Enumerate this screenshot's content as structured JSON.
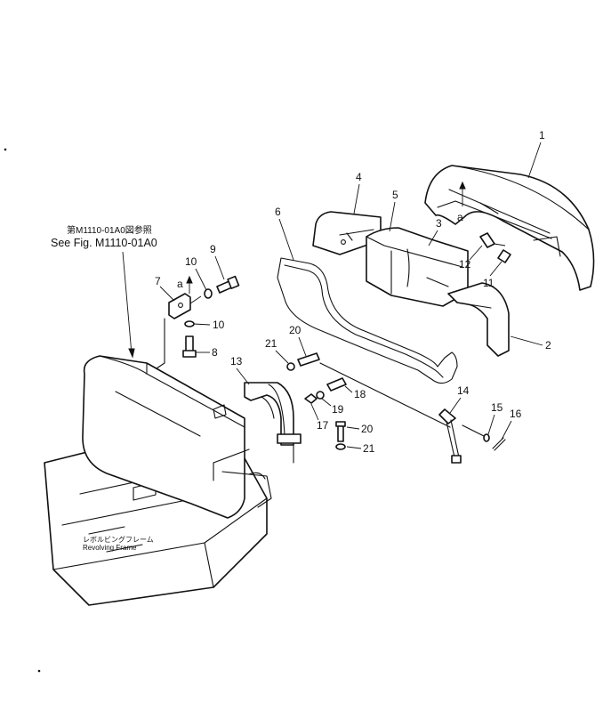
{
  "reference": {
    "jp": "第M1110-01A0図参照",
    "en": "See Fig. M1110-01A0"
  },
  "frame_label": {
    "jp": "レボルビングフレーム",
    "en": "Revolving Frame"
  },
  "view_marker": "a",
  "callouts": [
    "1",
    "2",
    "3",
    "4",
    "5",
    "6",
    "7",
    "8",
    "9",
    "10",
    "10",
    "11",
    "12",
    "13",
    "14",
    "15",
    "16",
    "17",
    "18",
    "19",
    "20",
    "20",
    "21",
    "21"
  ]
}
